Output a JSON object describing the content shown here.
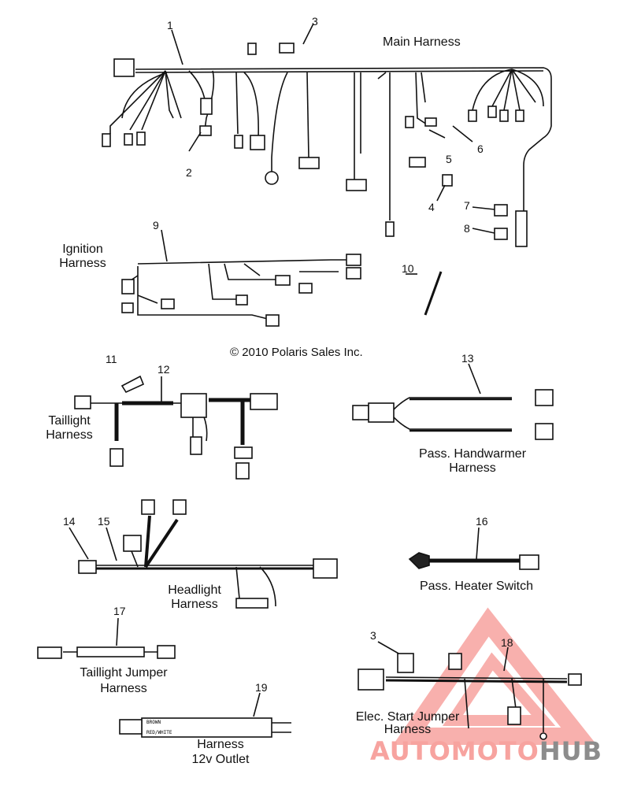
{
  "labels": {
    "main": "Main Harness",
    "ignition_1": "Ignition",
    "ignition_2": "Harness",
    "taillight_1": "Taillight",
    "taillight_2": "Harness",
    "handwarmer_1": "Pass. Handwarmer",
    "handwarmer_2": "Harness",
    "headlight_1": "Headlight",
    "headlight_2": "Harness",
    "heater": "Pass. Heater Switch",
    "tl_jumper_1": "Taillight Jumper",
    "tl_jumper_2": "Harness",
    "outlet_1": "Harness",
    "outlet_2": "12v Outlet",
    "elec_1": "Elec. Start Jumper",
    "elec_2": "Harness"
  },
  "copyright": "© 2010 Polaris Sales Inc.",
  "callouts": [
    "1",
    "2",
    "3",
    "4",
    "5",
    "6",
    "7",
    "8",
    "9",
    "10",
    "11",
    "12",
    "13",
    "14",
    "15",
    "16",
    "17",
    "18",
    "19",
    "3"
  ],
  "watermark": {
    "part1": "AUTOMOTO",
    "part2": "HUB",
    "color_light": "#f7a39f",
    "color_dark": "#8c8c8c"
  },
  "wire_labels": {
    "brown": "BROWN",
    "red_white": "RED/WHITE"
  }
}
